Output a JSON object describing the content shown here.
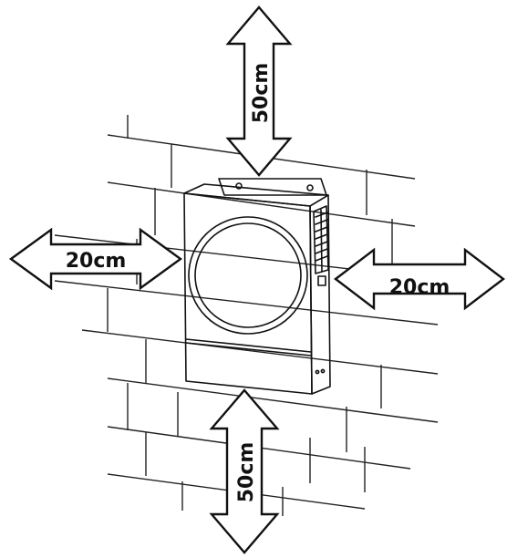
{
  "labels": {
    "top": "50cm",
    "bottom": "50cm",
    "left": "20cm",
    "right": "20cm"
  },
  "colors": {
    "line": "#111111",
    "background": "#ffffff"
  }
}
